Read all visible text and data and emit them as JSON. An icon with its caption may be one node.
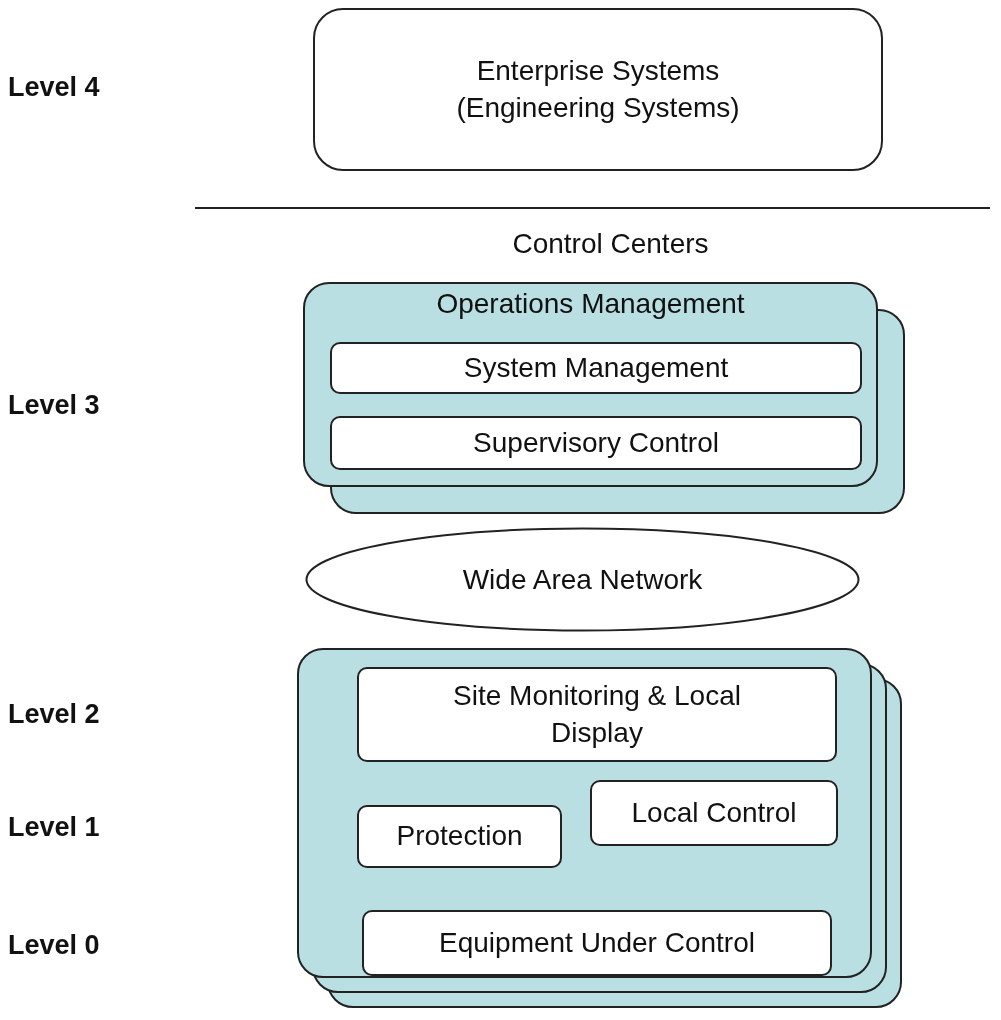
{
  "diagram": {
    "nodes": [
      {
        "text": [
          "Enterprise Systems (Engineering Systems)"
        ]
      },
      {
        "text": [
          "Control Centers",
          "Operations Management"
        ]
      },
      {
        "text": [
          "System Management"
        ],
        "in": 1
      },
      {
        "text": [
          "Supervisory Control"
        ],
        "in": 1
      },
      {
        "text": [
          "Wide Area Network"
        ]
      },
      {
        "text": [],
        "shape": "box"
      },
      {
        "text": [
          "Site Monitoring & Local Display"
        ],
        "in": 5
      },
      {
        "text": [
          "Local Control"
        ],
        "in": 5
      },
      {
        "text": [
          "Protection"
        ],
        "in": 5
      },
      {
        "text": [
          "Equipment Under Control"
        ],
        "in": 5
      }
    ],
    "edges": [],
    "labels": [
      "Level 4",
      "Level 3",
      "Level 2",
      "Level 1",
      "Level 0"
    ]
  }
}
